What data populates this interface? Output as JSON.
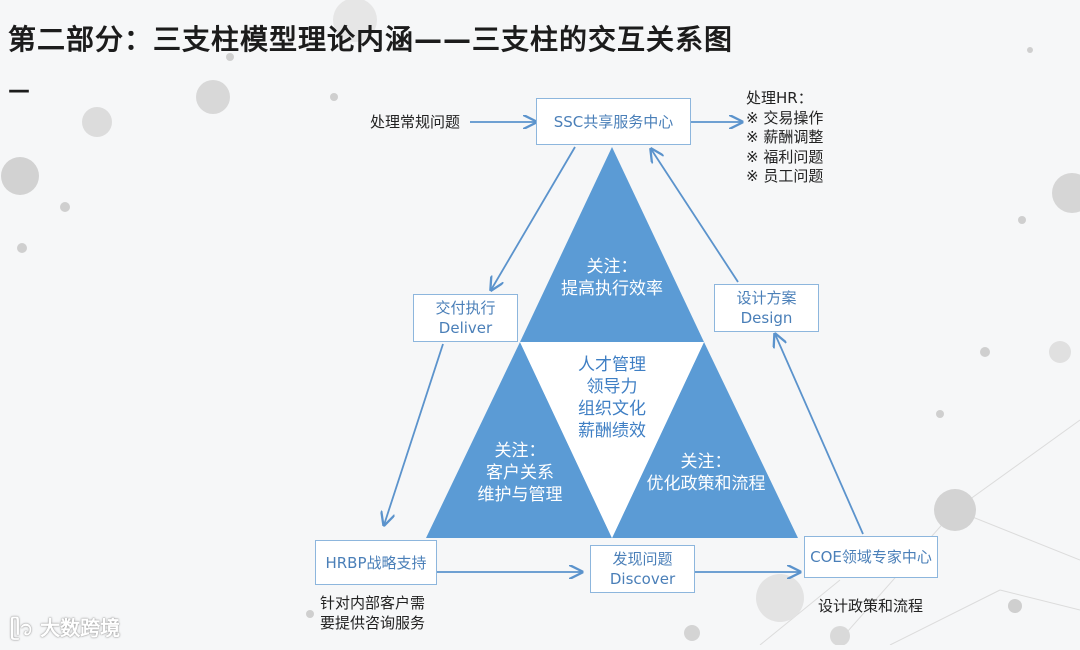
{
  "title": "第二部分：三支柱模型理论内涵——三支柱的交互关系图",
  "title_tail": "—",
  "nodes": {
    "ssc": "SSC共享服务中心",
    "hrbp": "HRBP战略支持",
    "coe": "COE领域专家中心",
    "deliver": [
      "交付执行",
      "Deliver"
    ],
    "design": [
      "设计方案",
      "Design"
    ],
    "discover": [
      "发现问题",
      "Discover"
    ]
  },
  "labels": {
    "ssc_input": "处理常规问题",
    "hr_tasks": [
      "处理HR：",
      "※ 交易操作",
      "※ 薪酬调整",
      "※ 福利问题",
      "※ 员工问题"
    ],
    "hrbp_note": [
      "针对内部客户需",
      "要提供咨询服务"
    ],
    "coe_note": "设计政策和流程"
  },
  "triangles": {
    "top": [
      "关注：",
      "提高执行效率"
    ],
    "left": [
      "关注：",
      "客户关系",
      "维护与管理"
    ],
    "right": [
      "关注：",
      "优化政策和流程"
    ],
    "center": [
      "人才管理",
      "领导力",
      "组织文化",
      "薪酬绩效"
    ]
  },
  "watermark": "大数跨境",
  "colors": {
    "triangle": "#5b9bd5",
    "arrow": "#5b93cc",
    "box_border": "#8db6dd"
  }
}
